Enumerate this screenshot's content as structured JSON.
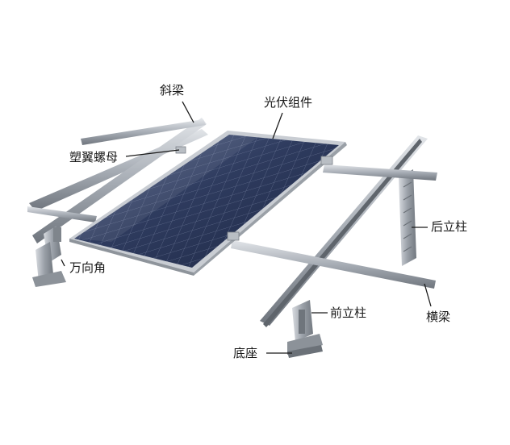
{
  "labels": {
    "diagonal_beam": "斜梁",
    "pv_module": "光伏组件",
    "wing_nut": "塑翼螺母",
    "rear_post": "后立柱",
    "angle_bracket": "万向角",
    "front_post": "前立柱",
    "cross_beam": "横梁",
    "base": "底座"
  },
  "colors": {
    "background": "#ffffff",
    "panel_cell": "#2f3c5e",
    "panel_frame": "#c8ccd2",
    "rail": "#9ca2aa",
    "leader_line": "#1a1a1a"
  }
}
